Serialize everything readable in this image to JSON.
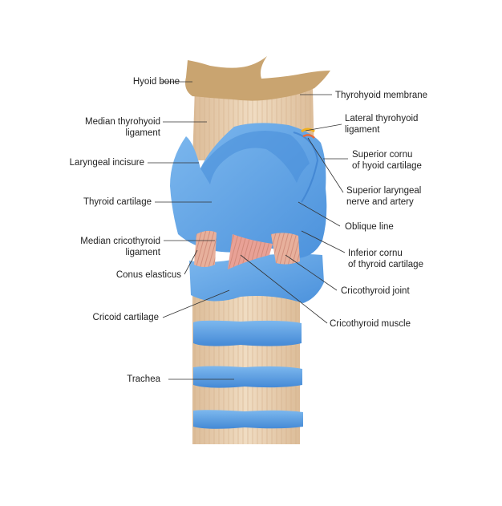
{
  "colors": {
    "background": "#ffffff",
    "hyoid_bone": "#c9a470",
    "tissue": "#e9cfb0",
    "cartilage": "#6aaae6",
    "cartilage_dark": "#3d86d6",
    "muscle": "#e8a196",
    "nerve": "#f0b020",
    "leader_line": "#333333"
  },
  "labels": {
    "hyoid_bone": [
      "Hyoid bone"
    ],
    "median_thyrohyoid_ligament": [
      "Median thyrohyoid",
      "ligament"
    ],
    "laryngeal_incisure": [
      "Laryngeal incisure"
    ],
    "thyroid_cartilage": [
      "Thyroid cartilage"
    ],
    "median_cricothyroid_ligament": [
      "Median cricothyroid",
      "ligament"
    ],
    "conus_elasticus": [
      "Conus elasticus"
    ],
    "cricoid_cartilage": [
      "Cricoid cartilage"
    ],
    "trachea": [
      "Trachea"
    ],
    "thyrohyoid_membrane": [
      "Thyrohyoid membrane"
    ],
    "lateral_thyrohyoid_ligament": [
      "Lateral thyrohyoid",
      "ligament"
    ],
    "superior_cornu_hyoid": [
      "Superior cornu",
      "of hyoid cartilage"
    ],
    "superior_laryngeal_nerve": [
      "Superior laryngeal",
      "nerve and artery"
    ],
    "oblique_line": [
      "Oblique line"
    ],
    "inferior_cornu_thyroid": [
      "Inferior cornu",
      "of thyroid cartilage"
    ],
    "cricothyroid_joint": [
      "Cricothyroid joint"
    ],
    "cricothyroid_muscle": [
      "Cricothyroid muscle"
    ]
  }
}
